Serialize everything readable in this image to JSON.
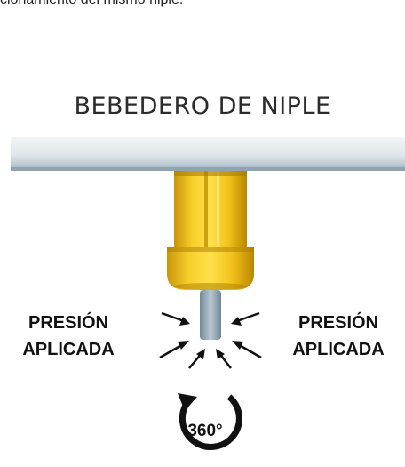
{
  "caption": "cionamiento del mismo niple.",
  "title": "BEBEDERO DE NIPLE",
  "left_label": {
    "line1": "PRESIÓN",
    "line2": "APLICADA"
  },
  "right_label": {
    "line1": "PRESIÓN",
    "line2": "APLICADA"
  },
  "rotation_label": "360°",
  "colors": {
    "pipe": "#d9e1e6",
    "pipe_shadow": "#8fa3b0",
    "nipple_body": "#f2c21a",
    "nipple_shade": "#c9950a",
    "pin": "#8fa6b5",
    "arrow": "#111111"
  },
  "icons": [
    "pressure-arrow-icon",
    "rotation-arrow-icon"
  ]
}
